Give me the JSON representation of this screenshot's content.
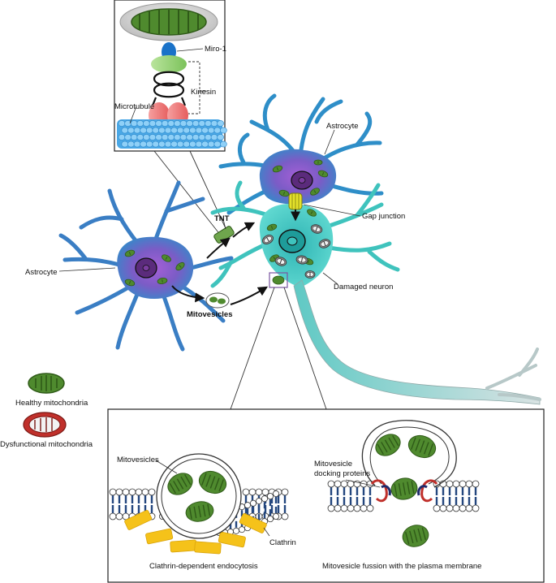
{
  "labels": {
    "miro1": "Miro-1",
    "kinesin": "Kinesin",
    "microtubule": "Microtubule",
    "astrocyte_top": "Astrocyte",
    "astrocyte_left": "Astrocyte",
    "tnt": "TNT",
    "gap_junction": "Gap junction",
    "damaged_neuron": "Damaged neuron",
    "mitovesicles_mid": "Mitovesicles",
    "healthy": "Healthy mitochondria",
    "dysfunctional": "Dysfunctional mitochondria",
    "mitovesicles_bottom": "Mitovesicles",
    "docking_line1": "Mitovesicle",
    "docking_line2": "docking proteins",
    "clathrin": "Clathrin",
    "caption_left": "Clathrin-dependent endocytosis",
    "caption_right": "Mitovesicle fussion with the plasma membrane"
  },
  "colors": {
    "mito_green": "#4f8a2e",
    "mito_dark": "#2f5a18",
    "astrocyte_purple": "#8a55c8",
    "astrocyte_blue": "#3c7ec4",
    "neuron_teal": "#3fc3bd",
    "axon_gray": "#a9c9c8",
    "miro_blue": "#1a72c8",
    "kinesin_green": "#9bd17a",
    "kinesin_red": "#f07a7a",
    "microtubule_blue": "#4aa8e6",
    "clathrin_yellow": "#f5c21a",
    "membrane_blue": "#23467e",
    "dysfunctional_red": "#c0302b",
    "gap_yellow": "#e4e12b"
  }
}
